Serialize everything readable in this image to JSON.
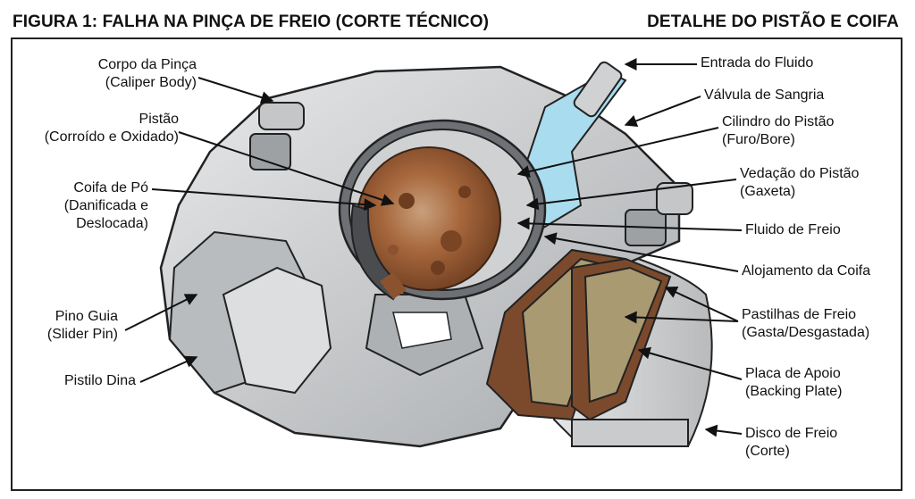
{
  "header": {
    "title_left": "FIGURA 1: FALHA NA PINÇA DE FREIO (CORTE TÉCNICO)",
    "title_right": "DETALHE DO PISTÃO E COIFA"
  },
  "labels_left": [
    {
      "line1": "Corpo da Pinça",
      "line2": "(Caliper Body)"
    },
    {
      "line1": "Pistão",
      "line2": "(Corroído e Oxidado)"
    },
    {
      "line1": "Coifa de Pó",
      "line2": "(Danificada e",
      "line3": "Deslocada)"
    },
    {
      "line1": "Pino Guia",
      "line2": "(Slider Pin)"
    },
    {
      "line1": "Pistilo Dina"
    }
  ],
  "labels_right": [
    {
      "line1": "Entrada do Fluido"
    },
    {
      "line1": "Válvula de Sangria"
    },
    {
      "line1": "Cilindro do Pistão",
      "line2": "(Furo/Bore)"
    },
    {
      "line1": "Vedação do Pistão",
      "line2": "(Gaxeta)"
    },
    {
      "line1": "Fluido de Freio"
    },
    {
      "line1": "Alojamento da Coifa"
    },
    {
      "line1": "Pastilhas de Freio",
      "line2": "(Gasta/Desgastada)"
    },
    {
      "line1": "Placa de Apoio",
      "line2": "(Backing Plate)"
    },
    {
      "line1": "Disco de Freio",
      "line2": "(Corte)"
    }
  ],
  "colors": {
    "caliper_metal": "#cfd1d3",
    "caliper_shadow": "#8f9295",
    "rust": "#9a5a34",
    "brake_fluid": "#a9dcef",
    "pad_material": "#a99a72",
    "backing_plate": "#7b4a2c",
    "rotor": "#d9dadb",
    "outline": "#222222"
  }
}
